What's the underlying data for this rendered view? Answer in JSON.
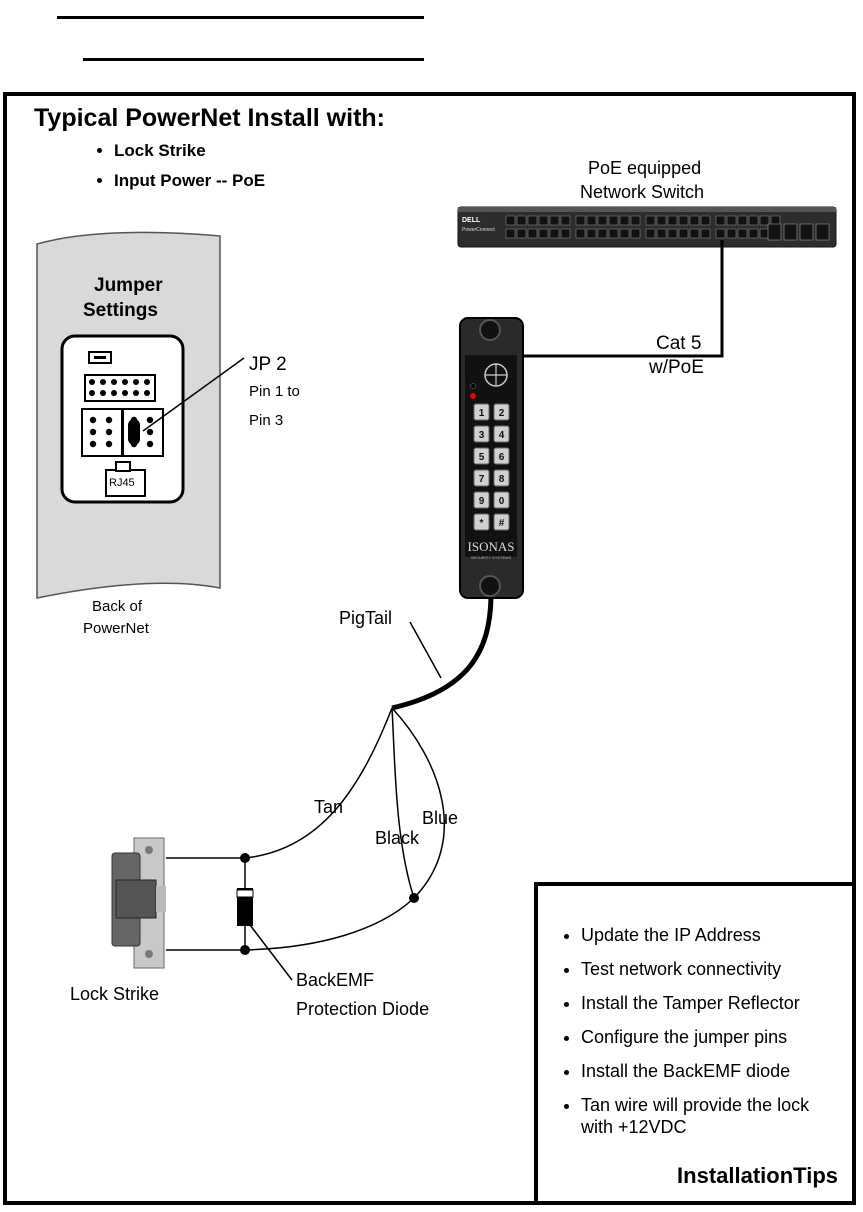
{
  "header": {
    "title": "Typical PowerNet Install with:",
    "bullets": [
      "Lock Strike",
      "Input Power --  PoE"
    ]
  },
  "switch": {
    "label_line1": "PoE equipped",
    "label_line2": "Network Switch",
    "brand": "DELL",
    "model": "PowerConnect"
  },
  "powernet": {
    "jumper_title_line1": "Jumper",
    "jumper_title_line2": "Settings",
    "rj45": "RJ45",
    "back_label_line1": "Back of",
    "back_label_line2": "PowerNet",
    "jp_label": "JP 2",
    "jp_pin_line1": "Pin 1 to",
    "jp_pin_line2": "Pin 3"
  },
  "reader": {
    "keys": [
      "1",
      "2",
      "3",
      "4",
      "5",
      "6",
      "7",
      "8",
      "9",
      "0",
      "*",
      "#"
    ],
    "brand": "ISONAS",
    "sub_brand": "SECURITY SYSTEMS"
  },
  "cable": {
    "label_line1": "Cat 5",
    "label_line2": "w/PoE"
  },
  "wires": {
    "pigtail": "PigTail",
    "tan": "Tan",
    "black": "Black",
    "blue": "Blue"
  },
  "lock": {
    "label": "Lock Strike",
    "diode_line1": "BackEMF",
    "diode_line2": "Protection Diode"
  },
  "tips": {
    "items": [
      "Update the IP Address",
      "Test network connectivity",
      "Install the Tamper Reflector",
      "Configure the jumper pins",
      "Install the BackEMF diode",
      "Tan wire will provide the lock with +12VDC"
    ],
    "title": "InstallationTips"
  }
}
